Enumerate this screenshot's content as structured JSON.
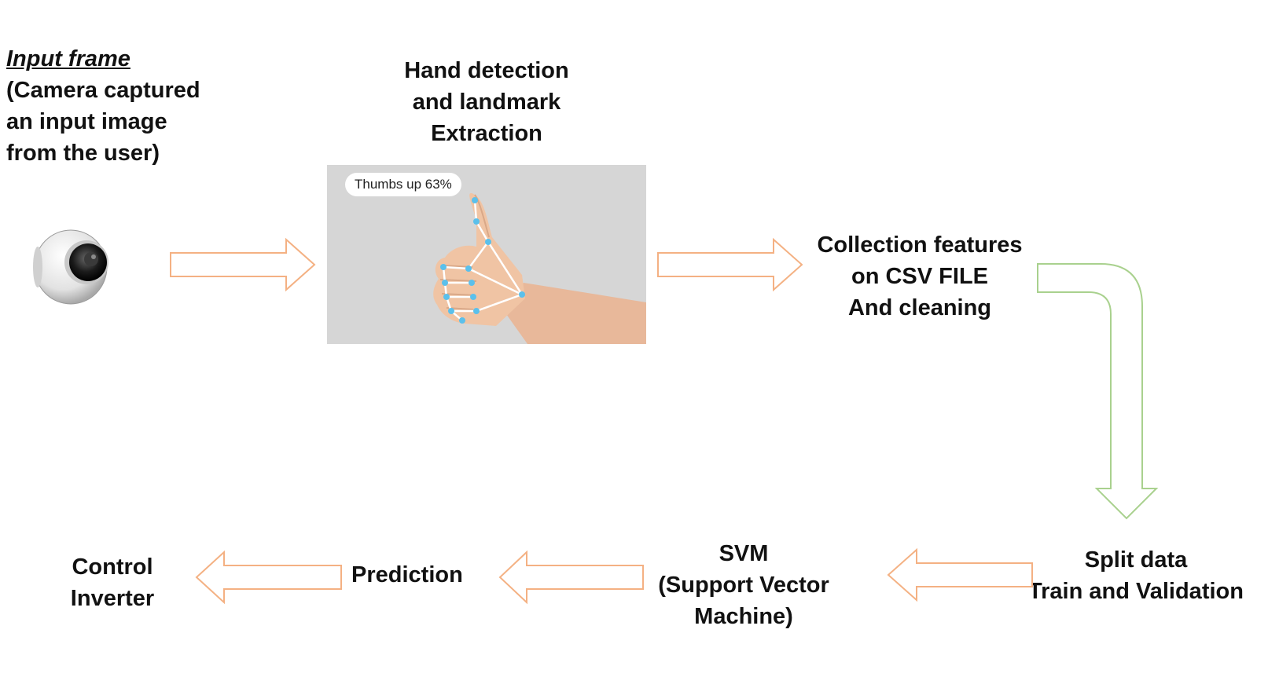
{
  "input_frame": {
    "title": "Input frame",
    "lines": [
      "(Camera captured",
      "an input image",
      "from the user)"
    ]
  },
  "hand_detection": {
    "lines": [
      "Hand detection",
      "and landmark",
      "Extraction"
    ],
    "badge": "Thumbs up 63%"
  },
  "collection": {
    "lines": [
      "Collection features",
      "on CSV FILE",
      "And cleaning"
    ]
  },
  "split_data": {
    "lines": [
      "Split data",
      "Train and Validation"
    ]
  },
  "svm": {
    "lines": [
      "SVM",
      "(Support Vector",
      "Machine)"
    ]
  },
  "prediction": {
    "label": "Prediction"
  },
  "control": {
    "lines": [
      "Control",
      "Inverter"
    ]
  },
  "colors": {
    "orange_arrow": "#f4b183",
    "green_arrow": "#a9d18e",
    "landmark": "#5bc0eb"
  },
  "icons": {
    "camera": "dome-camera-icon",
    "hand": "thumbs-up-hand-landmarks"
  }
}
